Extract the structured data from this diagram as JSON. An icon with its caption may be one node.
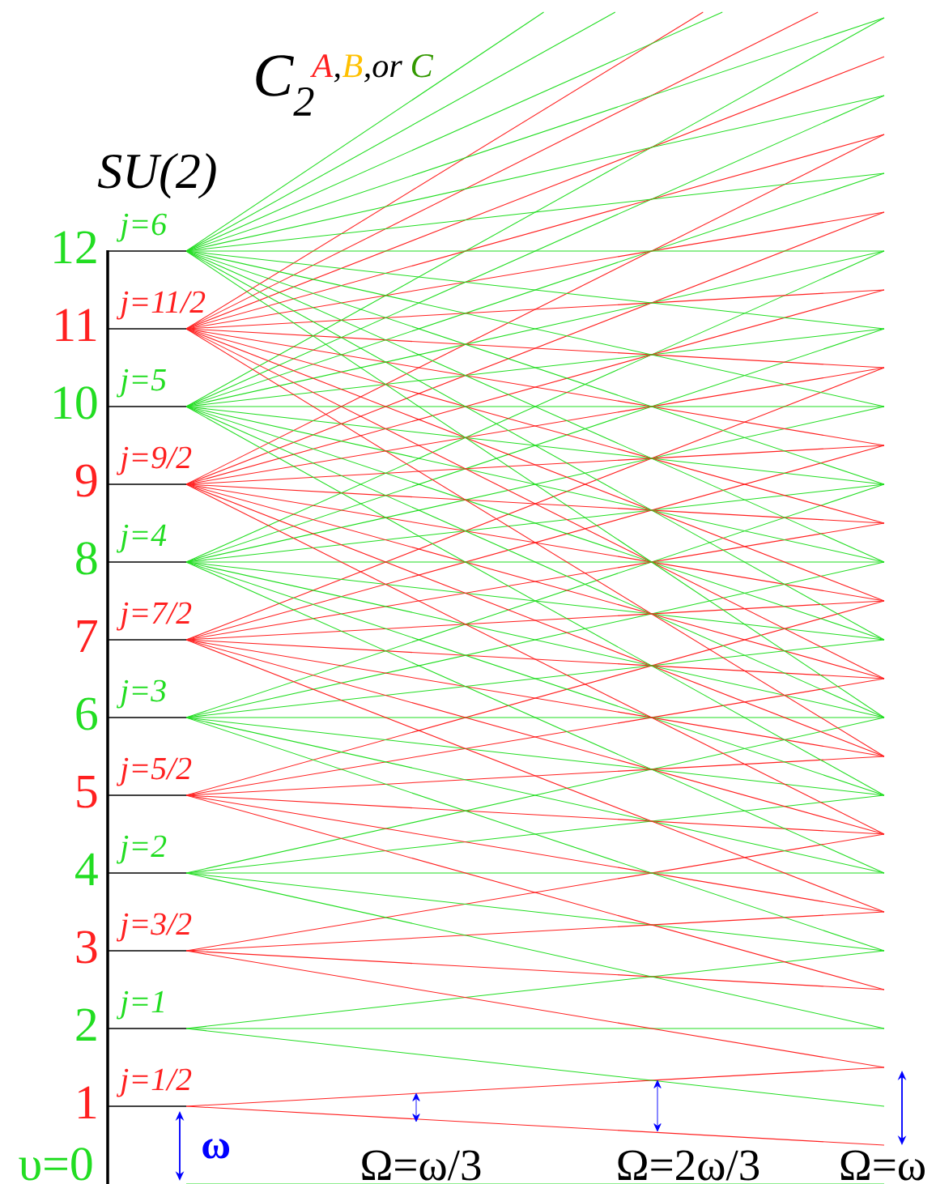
{
  "diagram": {
    "labels": [
      "C$_{2}$",
      "A",
      ",",
      "B",
      ",or",
      "C",
      "SU(2)",
      "j=6",
      "12",
      "j=11/2",
      "11",
      "j=5",
      "10",
      "j=9/2",
      "9",
      "j=4",
      "8",
      "j=7/2",
      "7",
      "j=3",
      "6",
      "j=5/2",
      "5",
      "j=2",
      "4",
      "j=3/2",
      "3",
      "j=1",
      "2",
      "j=1/2",
      "1",
      "υ=0",
      "ω",
      "Ω=ω/3",
      "Ω=2ω/3",
      "Ω=ω"
    ]
  }
}
